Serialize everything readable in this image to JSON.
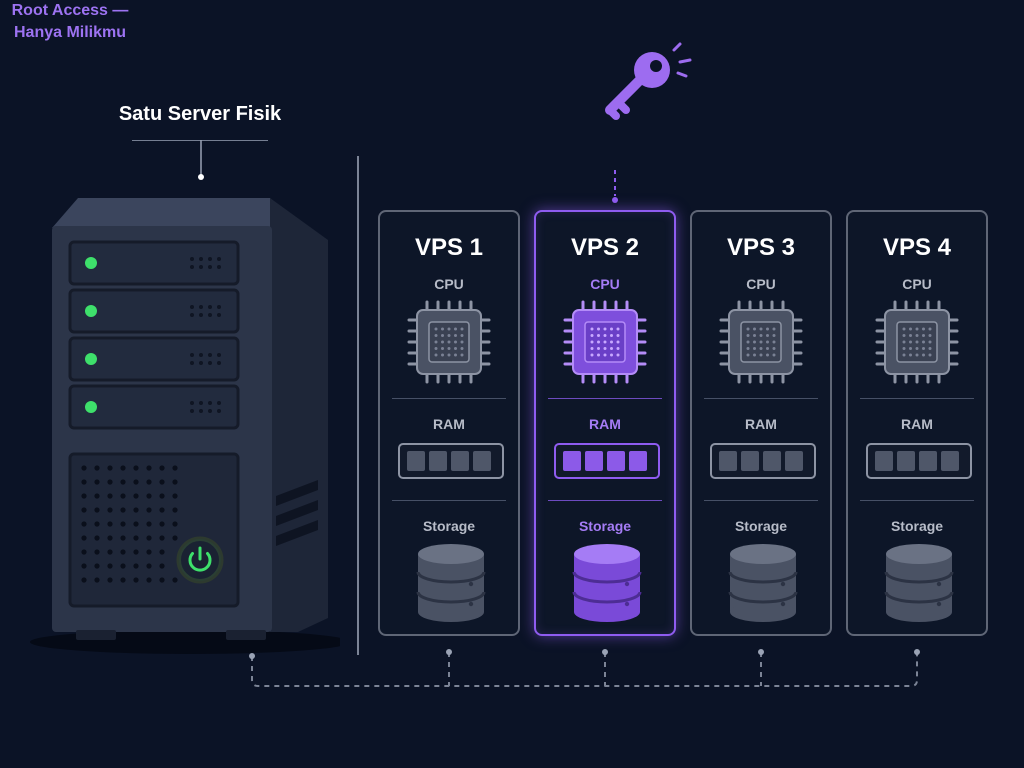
{
  "server": {
    "title": "Satu Server Fisik"
  },
  "root_access": {
    "label_line1": "Root Access —",
    "label_line2": "Hanya Milikmu"
  },
  "vps": [
    {
      "name": "VPS 1",
      "cpu": "CPU",
      "ram": "RAM",
      "storage": "Storage",
      "highlighted": false
    },
    {
      "name": "VPS 2",
      "cpu": "CPU",
      "ram": "RAM",
      "storage": "Storage",
      "highlighted": true
    },
    {
      "name": "VPS 3",
      "cpu": "CPU",
      "ram": "RAM",
      "storage": "Storage",
      "highlighted": false
    },
    {
      "name": "VPS 4",
      "cpu": "CPU",
      "ram": "RAM",
      "storage": "Storage",
      "highlighted": false
    }
  ],
  "colors": {
    "background": "#0b1326",
    "accent": "#8f5cf0",
    "neutral": "#5f6676",
    "led": "#3ee06b"
  },
  "icons": [
    "server-tower-icon",
    "power-icon",
    "key-icon",
    "cpu-icon",
    "ram-icon",
    "database-icon"
  ]
}
